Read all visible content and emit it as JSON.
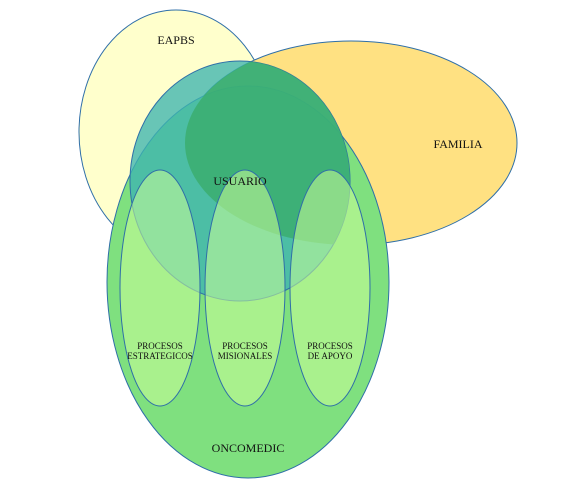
{
  "diagram": {
    "sets": {
      "eapbs": {
        "label": "EAPBS",
        "color": "#FFFFCC"
      },
      "familia": {
        "label": "FAMILIA",
        "color": "#FFE182"
      },
      "oncomedic": {
        "label": "ONCOMEDIC",
        "color": "#7FE07F"
      },
      "usuario": {
        "label": "USUARIO",
        "color": "#3DB5B0"
      }
    },
    "processes": [
      {
        "line1": "PROCESOS",
        "line2": "ESTRATEGICOS"
      },
      {
        "line1": "PROCESOS",
        "line2": "MISIONALES"
      },
      {
        "line1": "PROCESOS",
        "line2": "DE APOYO"
      }
    ],
    "colors": {
      "outline": "#2F6FA8",
      "process_fill": "#CCFF99",
      "overlap": "#3BAE6E"
    }
  }
}
